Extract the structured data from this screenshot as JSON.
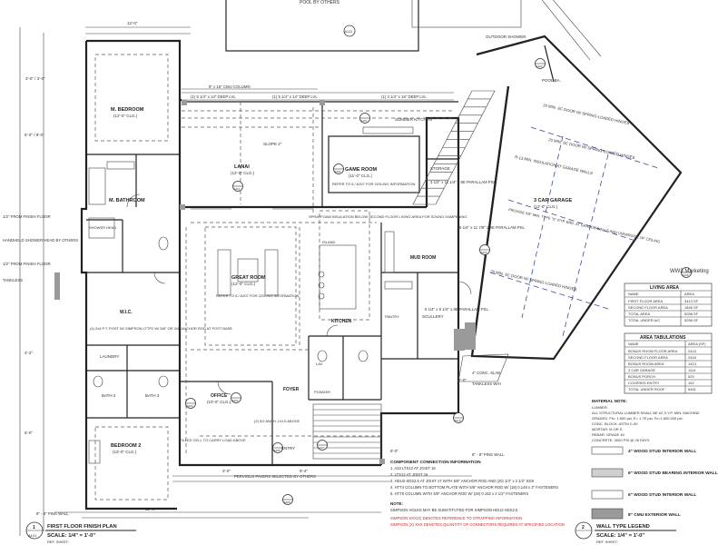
{
  "top_strip": {
    "upper_text": "POOL BY OTHERS",
    "tag": "A111"
  },
  "rooms": {
    "m_bedroom": "M. BEDROOM",
    "m_bedroom_clg": "(12'-0\" CLG.)",
    "m_bath": "M. BATHROOM",
    "lanai": "LANAI",
    "lanai_clg": "(12'-0\" CLG.)",
    "slope": "SLOPE 2\"",
    "great_room": "GREAT ROOM",
    "great_room_clg": "(12'-0\" CLG.)",
    "refer_ceiling": "REFER TO 6 / A207 FOR CEILING INFORMATION",
    "game_room": "GAME ROOM",
    "game_room_clg": "(11'-0\" CLG.)",
    "game_refer": "REFER TO 6 / A207 FOR CEILING INFORMATION",
    "summer_kitchen": "SUMMER KITCHEN",
    "storage": "STORAGE",
    "kitchen": "KITCHEN",
    "mud_room": "MUD ROOM",
    "scullery": "SCULLERY",
    "garage": "3 CAR GARAGE",
    "garage_clg": "(12'-0\" CLG.)",
    "pool_bath": "POOL BA.",
    "outdoor_shower": "OUTDOOR SHOWER",
    "wic": "W.I.C.",
    "laundry": "LAUNDRY",
    "bath2": "BATH 2",
    "bath3": "BATH 3",
    "bedroom2": "BEDROOM 2",
    "bedroom2_clg": "(10'-0\" CLG.)",
    "office": "OFFICE",
    "office_clg": "(10'-0\" CLG.)",
    "foyer": "FOYER",
    "powder": "POWDER",
    "lav": "LAV",
    "entry": "ENTRY",
    "shower_head": "SHOWER HEAD",
    "island": "ISLAND",
    "pantry": "PANTRY"
  },
  "notes": {
    "ext_finish": "1/2\" FROM FINISH FLOOR",
    "handheld": "HANDHELD SHOWER HEAD BY OTHERS",
    "tankless_l": "TANKLESS",
    "tankless_r": "TANKLESS W/H",
    "cmu_column": "8\" x 16\" CMU COLUMN",
    "deep_lvl_1": "(1) 5 1/4\" x 14\" DEEP LVL",
    "deep_lvl_2": "(1) 5 1/4\" x 14\" DEEP LVL",
    "deep_lvl_3": "(1) 3 1/4\" x 16\" DEEP LVL",
    "min_door_1": "20 MIN. SC DOOR W/ SPRING-LOADED HINGES",
    "min_door_2": "20 MIN. SC DOOR W/ SPRING-LOADED HINGES",
    "min_door_3": "20 MIN. SC DOOR W/ SPRING-LOADED HINGES",
    "insulation": "R-13 MIN. INSULATION AT GARAGE WALLS",
    "provide_x": "PROVIDE 5/8\" MIN. TYPE \"X\" GYP. BRD. AT GARAGE WALLS AND UNDERSIDE OF CEILING",
    "parallam_1": "3 1/2\" x 11 1/4\" 1.9E PARALLAM PSL",
    "parallam_2": "5 1/4\" x 11 7/8\" 1.9E PARALLAM PSL",
    "parallam_3": "5 1/4\" x 9 1/4\" 1.9E PARALLAM PSL",
    "simpson_post": "(4) 2x4 P.T. POST W/ SIMPSON LTTP2 W/ 5/8\" OR 3/4\" ANCHOR ROD AT POST BASE",
    "spray_foam": "SPRAYFOAM INSULATION BELOW SECOND FLOOR LIVING AREA FOR SOUND DAMPENING",
    "pervious": "PERVIOUS PAVERS SELECTED BY OTHERS",
    "filled_cell": "FILLED CELL TO CARRY LOAD ABOVE",
    "trans_above": "(2) 5/2 ANCH. LVLS ABOVE",
    "slab": "4\" CONC. SLAB",
    "pins_wall": "8\" - 8\" PINS WALL",
    "pins_wall_l": "8\" - 8\" PINS WALL",
    "nailing_title": "COMPONENT CONNECTION INFORMATION",
    "nailing_1": "1. A23 LTS12 AT JOIST 16",
    "nailing_2": "2. LTS12 AT JOIST 16",
    "nailing_3": "3. HDU2-SDS2.5 AT JOIST 17 WITH 5/8\" ANCHOR ROD AND (20) 1/4\" x 2 1/2\" SDS",
    "nailing_4": "4. HTT4 COLUMN TO BOTTOM PLATE WITH 5/8\" ANCHOR ROD W/ (18) 0.148 x 3\" FASTENERS",
    "nailing_5": "5. HTT5 COLUMN WITH 5/8\" ANCHOR ROD W/ (26) 0.162 x 2 1/2\" FASTENERS",
    "note_label": "NOTE:",
    "note_sub": "SIMPSON HOLES MAY BE SUBSTITUTED FOR SIMPSON HDU2-SDS2.5",
    "note_red_1": "SIMPSON XXX(X) DENOTES REFERENCE TO STRAPPING INFORMATION",
    "note_red_2": "SIMPSON (X) XXX DENOTES QUANTITY OF CONNECTORS REQUIRED AT SPECIFIED LOCATION"
  },
  "dims": [
    "3'-0\" / 3'-0\"",
    "5'-0\" / 8'-0\"",
    "12'-0\"",
    "4'-2\"",
    "6'-0\"",
    "3'-0\"",
    "9'-4\"",
    "12'-0\"",
    "8'-0\"",
    "2'-0\""
  ],
  "living_area": {
    "title": "LIVING AREA",
    "header": [
      "NAME",
      "AREA"
    ],
    "rows": [
      [
        "FIRST FLOOR AREA",
        "3413 SF"
      ],
      [
        "SECOND FLOOR AREA",
        "1845 SF"
      ],
      [
        "TOTAL AREA",
        "5258 SF"
      ],
      [
        "TOTAL UNDER A/C",
        "5258 SF"
      ]
    ]
  },
  "area_tab": {
    "title": "AREA TABULATIONS",
    "header": [
      "NAME",
      "AREA (SF)"
    ],
    "rows": [
      [
        "BONUS ROOM FLOOR AREA",
        "2413"
      ],
      [
        "SECOND FLOOR AREA",
        "2416"
      ],
      [
        "BONUS ROOM AREA",
        "1413"
      ],
      [
        "3 CAR GARAGE",
        "1114"
      ],
      [
        "BONUS PORCH",
        "520"
      ],
      [
        "COVERED ENTRY",
        "162"
      ],
      [
        "TOTAL UNDER ROOF",
        "6451"
      ]
    ]
  },
  "material": {
    "title": "MATERIAL NOTE:",
    "lines": [
      "LUMBER:",
      "ALL STRUCTURAL LUMBER SHALL BE #2 S.Y.P. MIN. MACHINE",
      "GRADED. Fb= 1,500 psi, E= 1.7E psi, Fv=1,600,000 psi",
      "CONC. BLOCK:   ASTM C-90",
      "MORTAR:   M OR S",
      "REBAR:   GRADE 40",
      "CONCRETE:   3000 PSI @ 28 DAYS"
    ]
  },
  "wall_legend": [
    "4\" WOOD STUD INTERIOR WALL",
    "6\" WOOD STUD BEARING INTERIOR WALL",
    "6\" WOOD STUD INTERIOR WALL",
    "8\" CMU EXTERIOR WALL"
  ],
  "title_left": {
    "number": "1",
    "sheet": "A101",
    "name": "FIRST FLOOR FINISH PLAN",
    "scale": "SCALE:   1/4\" = 1'-0\"",
    "ref": "REF. SHEET:"
  },
  "title_right": {
    "number": "2",
    "name": "WALL TYPE LEGEND",
    "scale": "SCALE:   1/4\" = 1'-0\"",
    "ref": "REF. SHEET:"
  },
  "tags": [
    "A111",
    "A110",
    "A201",
    "A202",
    "A203",
    "A204",
    "A205",
    "A206",
    "A207",
    "A208",
    "A209",
    "A210"
  ],
  "watermark": "WW3 Marketing"
}
